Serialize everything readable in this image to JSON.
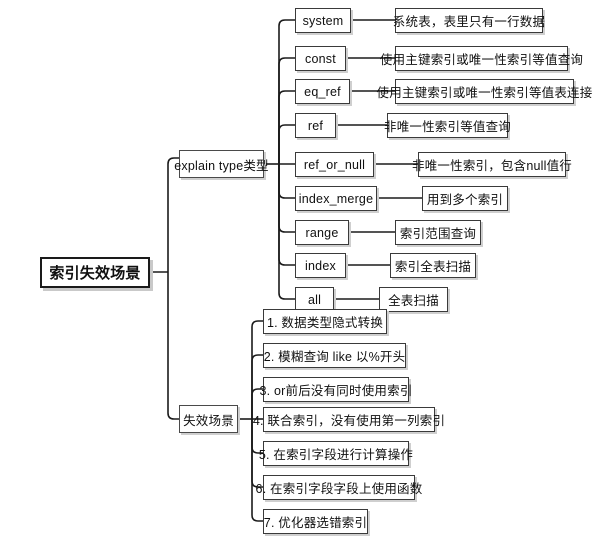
{
  "diagram": {
    "title": "索引失效场景",
    "type": "mindmap",
    "root": {
      "label": "索引失效场景"
    },
    "branches": [
      {
        "id": "explain-type",
        "label": "explain type类型",
        "children": [
          {
            "key": "system",
            "desc": "系统表，表里只有一行数据"
          },
          {
            "key": "const",
            "desc": "使用主键索引或唯一性索引等值查询"
          },
          {
            "key": "eq_ref",
            "desc": "使用主键索引或唯一性索引等值表连接"
          },
          {
            "key": "ref",
            "desc": "非唯一性索引等值查询"
          },
          {
            "key": "ref_or_null",
            "desc": "非唯一性索引，包含null值行"
          },
          {
            "key": "index_merge",
            "desc": "用到多个索引"
          },
          {
            "key": "range",
            "desc": "索引范围查询"
          },
          {
            "key": "index",
            "desc": "索引全表扫描"
          },
          {
            "key": "all",
            "desc": "全表扫描"
          }
        ]
      },
      {
        "id": "invalid-scenarios",
        "label": "失效场景",
        "items": [
          {
            "label": "1. 数据类型隐式转换"
          },
          {
            "label": "2. 模糊查询 like 以%开头"
          },
          {
            "label": "3. or前后没有同时使用索引"
          },
          {
            "label": "4. 联合索引，没有使用第一列索引"
          },
          {
            "label": "5. 在索引字段进行计算操作"
          },
          {
            "label": "6. 在索引字段字段上使用函数"
          },
          {
            "label": "7. 优化器选错索引"
          }
        ]
      }
    ],
    "colors": {
      "background": "#ffffff",
      "border": "#3a3a3a",
      "root_border": "#1a1a1a",
      "line": "#1b1b1b",
      "shadow": "#cfcfcf",
      "text": "#101010"
    }
  }
}
